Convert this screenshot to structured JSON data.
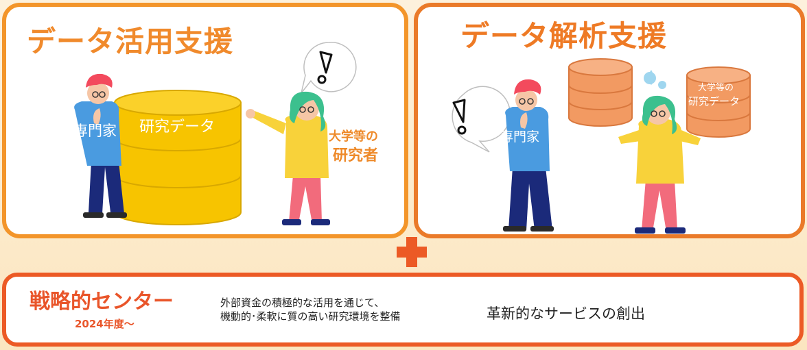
{
  "panels": {
    "left": {
      "title": "データ活用支援",
      "expert_label": "専門家",
      "database_label": "研究データ",
      "researcher_label_line1": "大学等の",
      "researcher_label_line2": "研究者",
      "speech_icon": "exclamation-icon"
    },
    "right": {
      "title": "データ解析支援",
      "expert_label": "専門家",
      "database_label_line1": "大学等の",
      "database_label_line2": "研究データ",
      "speech_icon": "exclamation-icon",
      "sweat_icon": "sweat-drop-icon"
    }
  },
  "plus_icon": "plus-icon",
  "center": {
    "title": "戦略的センター",
    "year": "2024年度～",
    "description_line1": "外部資金の積極的な活用を通じて、",
    "description_line2": "機動的･柔軟に質の高い研究環境を整備",
    "tagline": "革新的なサービスの創出"
  },
  "colors": {
    "left_border": "#f3952a",
    "right_border": "#ea7a29",
    "bottom_border": "#ec5a25",
    "gold_database": "#f7c400",
    "orange_database": "#f29a62",
    "expert_shirt": "#4a9be0",
    "researcher_hair": "#3cc08e",
    "researcher_shirt": "#f8d23a",
    "researcher_pants": "#f26b7c"
  }
}
